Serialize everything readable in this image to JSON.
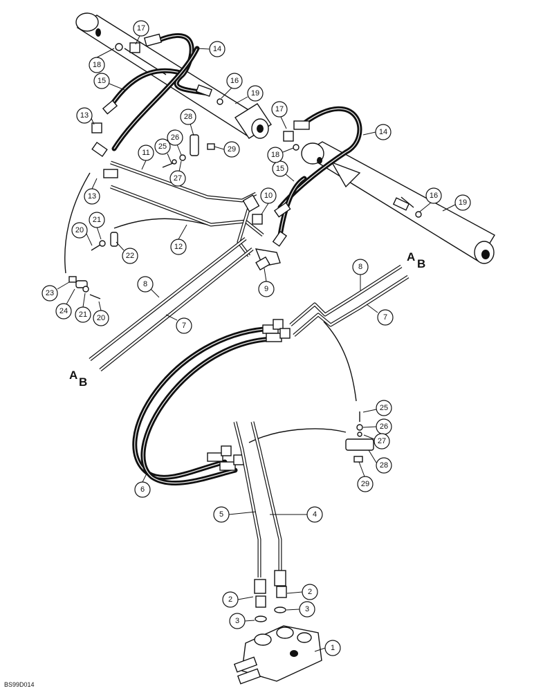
{
  "figure_id": "BS99D014",
  "line_labels": {
    "a": "A",
    "b": "B"
  },
  "callouts": {
    "c1": "1",
    "c2a": "2",
    "c2b": "2",
    "c3a": "3",
    "c3b": "3",
    "c4": "4",
    "c5": "5",
    "c6": "6",
    "c7a": "7",
    "c7b": "7",
    "c8a": "8",
    "c8b": "8",
    "c9": "9",
    "c10": "10",
    "c11": "11",
    "c12": "12",
    "c13a": "13",
    "c13b": "13",
    "c14a": "14",
    "c14b": "14",
    "c15a": "15",
    "c15b": "15",
    "c16a": "16",
    "c16b": "16",
    "c17a": "17",
    "c17b": "17",
    "c18a": "18",
    "c18b": "18",
    "c19a": "19",
    "c19b": "19",
    "c20a": "20",
    "c20b": "20",
    "c21a": "21",
    "c21b": "21",
    "c22": "22",
    "c23": "23",
    "c24": "24",
    "c25a": "25",
    "c25b": "25",
    "c26a": "26",
    "c26b": "26",
    "c27a": "27",
    "c27b": "27",
    "c28a": "28",
    "c28b": "28",
    "c29a": "29",
    "c29b": "29"
  }
}
